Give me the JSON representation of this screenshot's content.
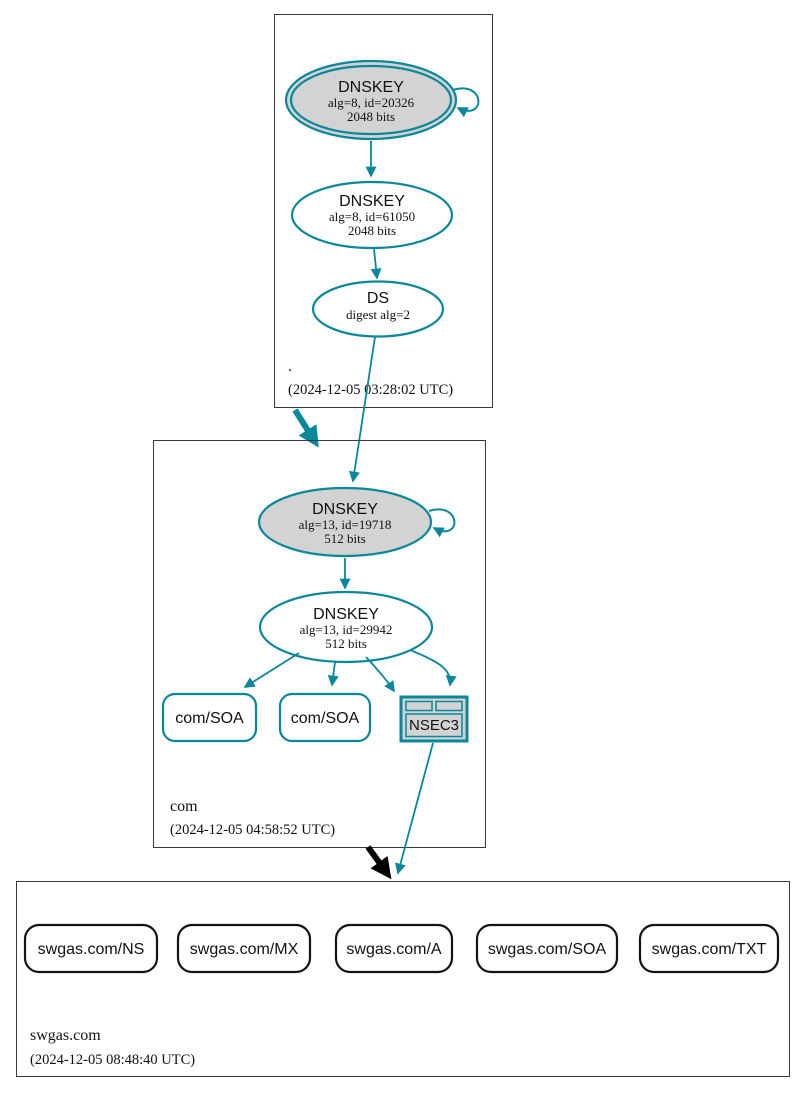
{
  "colors": {
    "secure_accent": "#0a879a",
    "key_node_fill": "#d3d3d3",
    "node_fill": "#ffffff",
    "insecure_delegation_arrow": "#000000"
  },
  "zones": [
    {
      "name": ".",
      "timestamp": "(2024-12-05 03:28:02 UTC)",
      "nodes": {
        "ksk": {
          "title": "DNSKEY",
          "alg": "alg=8, id=20326",
          "bits": "2048 bits"
        },
        "zsk": {
          "title": "DNSKEY",
          "alg": "alg=8, id=61050",
          "bits": "2048 bits"
        },
        "ds": {
          "title": "DS",
          "alg": "digest alg=2"
        }
      }
    },
    {
      "name": "com",
      "timestamp": "(2024-12-05 04:58:52 UTC)",
      "nodes": {
        "ksk": {
          "title": "DNSKEY",
          "alg": "alg=13, id=19718",
          "bits": "512 bits"
        },
        "zsk": {
          "title": "DNSKEY",
          "alg": "alg=13, id=29942",
          "bits": "512 bits"
        },
        "soa1": {
          "title": "com/SOA"
        },
        "soa2": {
          "title": "com/SOA"
        },
        "nsec3": {
          "title": "NSEC3"
        }
      }
    },
    {
      "name": "swgas.com",
      "timestamp": "(2024-12-05 08:48:40 UTC)",
      "rrsets": [
        "swgas.com/NS",
        "swgas.com/MX",
        "swgas.com/A",
        "swgas.com/SOA",
        "swgas.com/TXT"
      ]
    }
  ]
}
